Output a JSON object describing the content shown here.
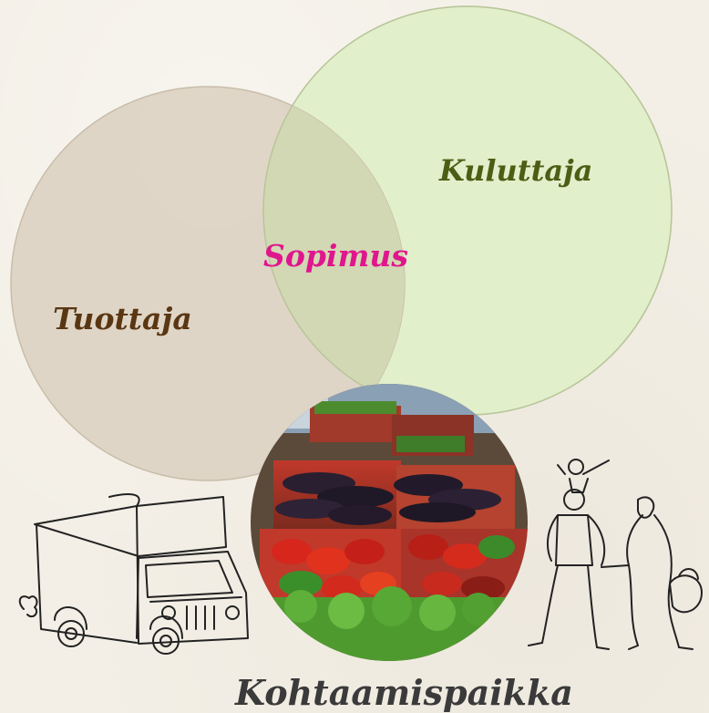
{
  "diagram": {
    "circles": {
      "consumer": {
        "label": "Kuluttaja",
        "fill": "#e2efcb",
        "stroke": "#c9d9ae"
      },
      "producer": {
        "label": "Tuottaja",
        "fill": "#dcd3c3",
        "stroke": "#c8bda9"
      },
      "overlap": {
        "label": "Sopimus",
        "fill": "#d2d8b4"
      },
      "meeting_place": {
        "label": "Kohtaamispaikka"
      }
    },
    "colors": {
      "consumer_text": "#4b5e14",
      "producer_text": "#5a3712",
      "agreement_text": "#e0168d",
      "meeting_text": "#3a3a3a"
    },
    "illustrations": {
      "left": "delivery-truck-sketch",
      "center": "vegetable-market-photo",
      "right": "family-walking-sketch"
    }
  }
}
